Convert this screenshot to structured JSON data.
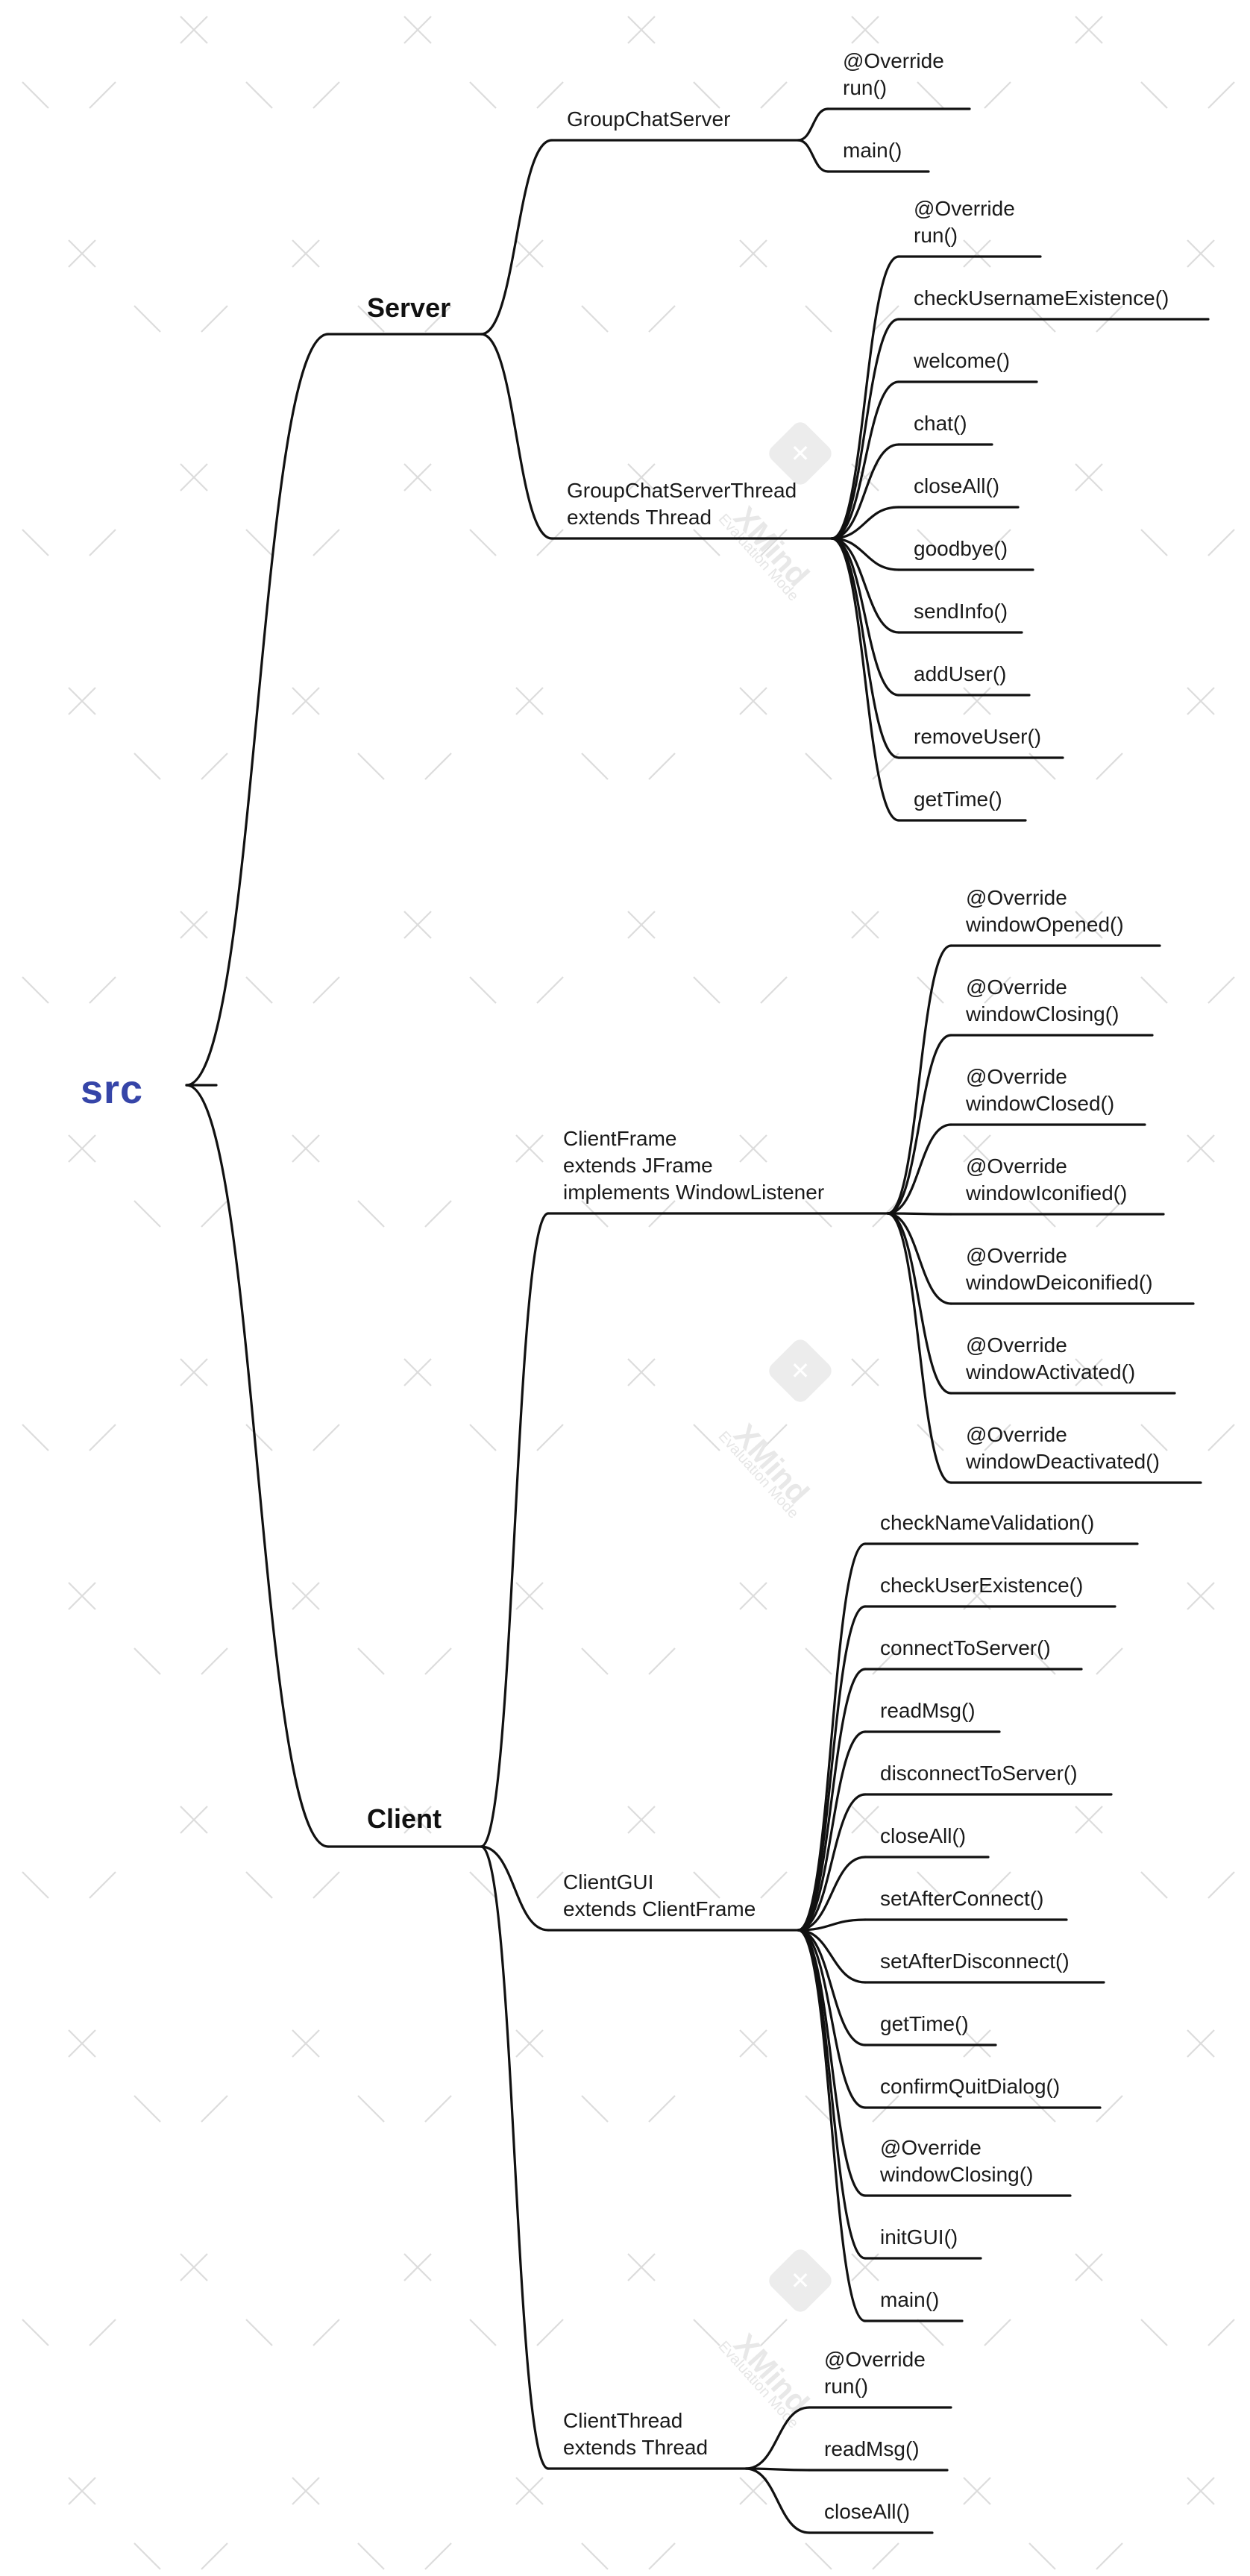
{
  "mindmap": {
    "root": "src",
    "server": {
      "label": "Server",
      "group_chat_server": {
        "label": [
          "GroupChatServer"
        ],
        "methods": [
          [
            "@Override",
            "run()"
          ],
          [
            "main()"
          ]
        ]
      },
      "group_chat_server_thread": {
        "label": [
          "GroupChatServerThread",
          "extends  Thread"
        ],
        "methods": [
          [
            "@Override",
            "run()"
          ],
          [
            "checkUsernameExistence()"
          ],
          [
            "welcome()"
          ],
          [
            "chat()"
          ],
          [
            "closeAll()"
          ],
          [
            "goodbye()"
          ],
          [
            "sendInfo()"
          ],
          [
            "addUser()"
          ],
          [
            "removeUser()"
          ],
          [
            "getTime()"
          ]
        ]
      }
    },
    "client": {
      "label": "Client",
      "client_frame": {
        "label": [
          "ClientFrame",
          "extends  JFrame",
          "implements  WindowListener"
        ],
        "methods": [
          [
            "@Override",
            "windowOpened()"
          ],
          [
            "@Override",
            "windowClosing()"
          ],
          [
            "@Override",
            "windowClosed()"
          ],
          [
            "@Override",
            "windowIconified()"
          ],
          [
            "@Override",
            "windowDeiconified()"
          ],
          [
            "@Override",
            "windowActivated()"
          ],
          [
            "@Override",
            "windowDeactivated()"
          ]
        ]
      },
      "client_gui": {
        "label": [
          "ClientGUI",
          "extends  ClientFrame"
        ],
        "methods": [
          [
            "checkNameValidation()"
          ],
          [
            "checkUserExistence()"
          ],
          [
            "connectToServer()"
          ],
          [
            "readMsg()"
          ],
          [
            "disconnectToServer()"
          ],
          [
            "closeAll()"
          ],
          [
            "setAfterConnect()"
          ],
          [
            "setAfterDisconnect()"
          ],
          [
            "getTime()"
          ],
          [
            "confirmQuitDialog()"
          ],
          [
            "@Override",
            "windowClosing()"
          ],
          [
            "initGUI()"
          ],
          [
            "main()"
          ]
        ]
      },
      "client_thread": {
        "label": [
          "ClientThread",
          "extends  Thread"
        ],
        "methods": [
          [
            "@Override",
            "run()"
          ],
          [
            "readMsg()"
          ],
          [
            "closeAll()"
          ]
        ]
      }
    }
  },
  "watermark": {
    "brand": "XMind",
    "subtitle": "Evaluation Mode",
    "logo_glyph": "✕"
  },
  "colors": {
    "root": "#3645a8",
    "line": "#111111",
    "text": "#1a1a1a",
    "watermark": "#dcdcdc"
  }
}
